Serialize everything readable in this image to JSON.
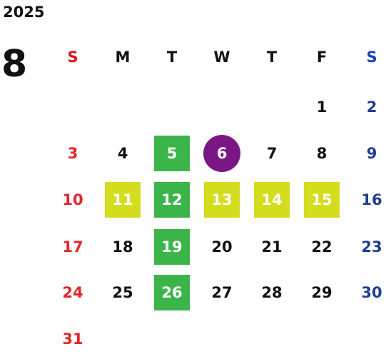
{
  "header": {
    "year": "2025",
    "month": "8"
  },
  "weekdays": [
    {
      "label": "S",
      "color": "#e0141c"
    },
    {
      "label": "M",
      "color": "#111111"
    },
    {
      "label": "T",
      "color": "#111111"
    },
    {
      "label": "W",
      "color": "#111111"
    },
    {
      "label": "T",
      "color": "#111111"
    },
    {
      "label": "F",
      "color": "#111111"
    },
    {
      "label": "S",
      "color": "#1a3fcc"
    }
  ],
  "colors": {
    "sunday": "#e0252b",
    "saturday": "#1e3f8f",
    "weekday": "#111111",
    "green_highlight": "#3bb54a",
    "yellow_highlight": "#d4dc1e",
    "purple_today": "#7b1685"
  },
  "weeks": [
    [
      null,
      null,
      null,
      null,
      null,
      {
        "d": "1"
      },
      {
        "d": "2"
      }
    ],
    [
      {
        "d": "3"
      },
      {
        "d": "4"
      },
      {
        "d": "5",
        "hl": "green"
      },
      {
        "d": "6",
        "hl": "circle"
      },
      {
        "d": "7"
      },
      {
        "d": "8"
      },
      {
        "d": "9"
      }
    ],
    [
      {
        "d": "10"
      },
      {
        "d": "11",
        "hl": "yellow"
      },
      {
        "d": "12",
        "hl": "green"
      },
      {
        "d": "13",
        "hl": "yellow"
      },
      {
        "d": "14",
        "hl": "yellow"
      },
      {
        "d": "15",
        "hl": "yellow"
      },
      {
        "d": "16"
      }
    ],
    [
      {
        "d": "17"
      },
      {
        "d": "18"
      },
      {
        "d": "19",
        "hl": "green"
      },
      {
        "d": "20"
      },
      {
        "d": "21"
      },
      {
        "d": "22"
      },
      {
        "d": "23"
      }
    ],
    [
      {
        "d": "24"
      },
      {
        "d": "25"
      },
      {
        "d": "26",
        "hl": "green"
      },
      {
        "d": "27"
      },
      {
        "d": "28"
      },
      {
        "d": "29"
      },
      {
        "d": "30"
      }
    ],
    [
      {
        "d": "31"
      },
      null,
      null,
      null,
      null,
      null,
      null
    ]
  ]
}
